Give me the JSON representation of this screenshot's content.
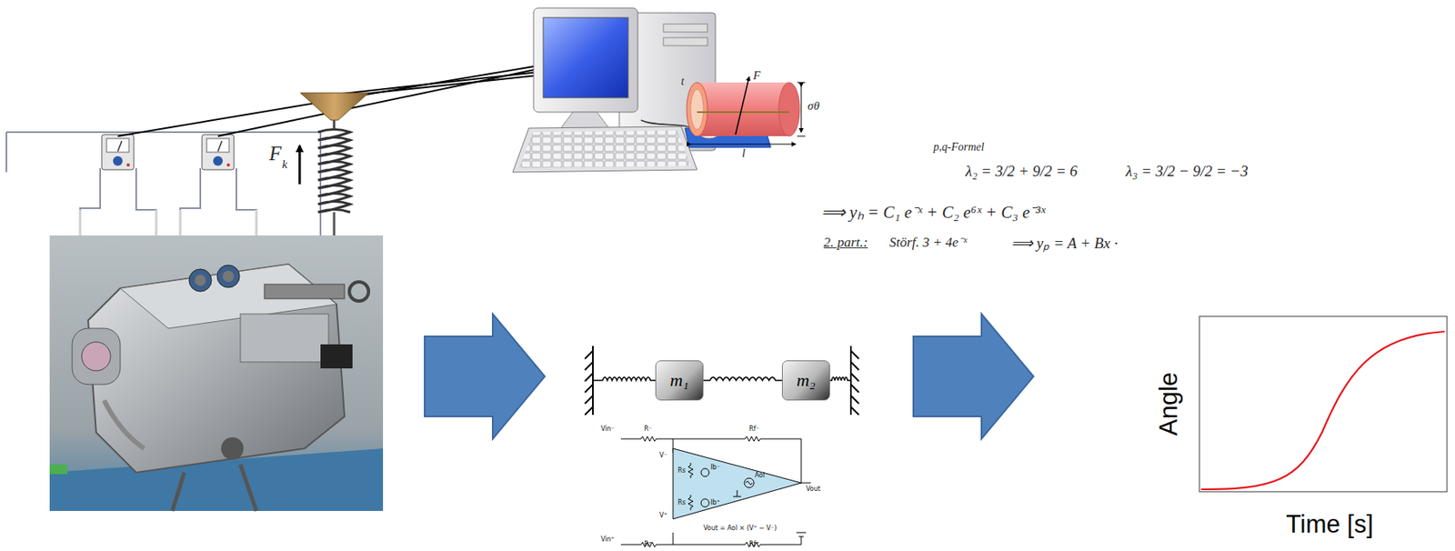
{
  "diagram": {
    "nodes": [
      {
        "text": [
          "m₁"
        ]
      },
      {
        "text": [
          "m₂"
        ]
      }
    ],
    "edges": [
      {
        "from": 0,
        "to": 1,
        "arrow": "none"
      }
    ],
    "labels": [
      "F",
      "k",
      "p,q-Formel",
      "λ₂ = 3/2 + 9/2 = 6",
      "λ₃ = 3/2 − 9/2 = −3",
      "⟹ yₕ = C₁ e⁻ˣ + C₂ e⁶ˣ + C₃ e⁻³ˣ",
      "2. part.:",
      "Störf. 3 + 4e⁻ˣ",
      "⟹ yₚ = A + Bx ·",
      "t",
      "F",
      "σθ",
      "l",
      "Vin⁻",
      "R⁻",
      "Rf⁻",
      "V⁻",
      "Rs",
      "Ib⁻",
      "Rs",
      "Ib⁺",
      "Aol",
      "Vout",
      "V⁺",
      "Vout = Aol × (V⁺ − V⁻)",
      "Vin⁺",
      "R⁺",
      "Rf⁺",
      "Angle",
      "Time [s]"
    ]
  }
}
